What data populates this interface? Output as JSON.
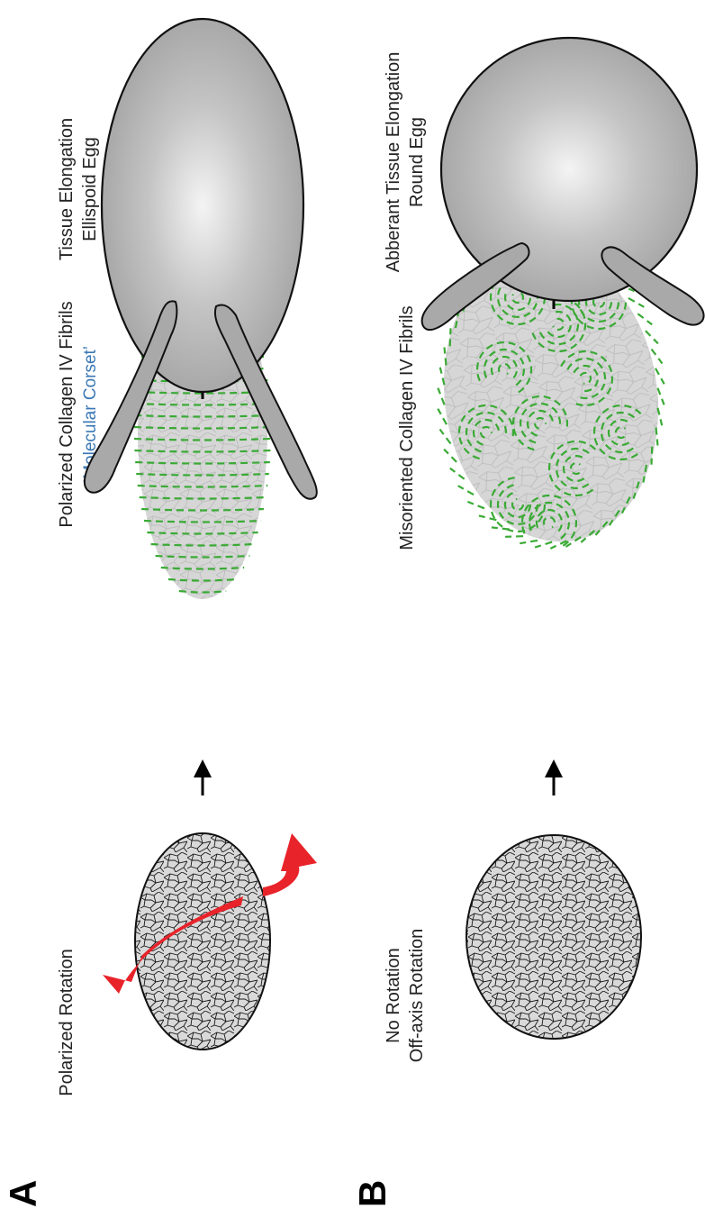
{
  "panels": {
    "a": {
      "letter": "A",
      "stage1_label": "Polarized Rotation",
      "stage2_label": "Polarized Collagen IV Fibrils",
      "stage2_sublabel": "‘Molecular Corset’",
      "stage3_label_line1": "Tissue Elongation",
      "stage3_label_line2": "Ellispoid Egg"
    },
    "b": {
      "letter": "B",
      "stage1_label_line1": "No Rotation",
      "stage1_label_line2": "Off-axis Rotation",
      "stage2_label": "Misoriented Collagen IV Fibrils",
      "stage3_label_line1": "Abberant Tissue Elongation",
      "stage3_label_line2": "Round Egg"
    }
  },
  "colors": {
    "rotation_arrow": "#e8232a",
    "collagen_fibril": "#3aaa35",
    "egg_body": "#a7a7a7",
    "tissue_fill": "#d9d9d9",
    "corset_text": "#3a78b5"
  }
}
